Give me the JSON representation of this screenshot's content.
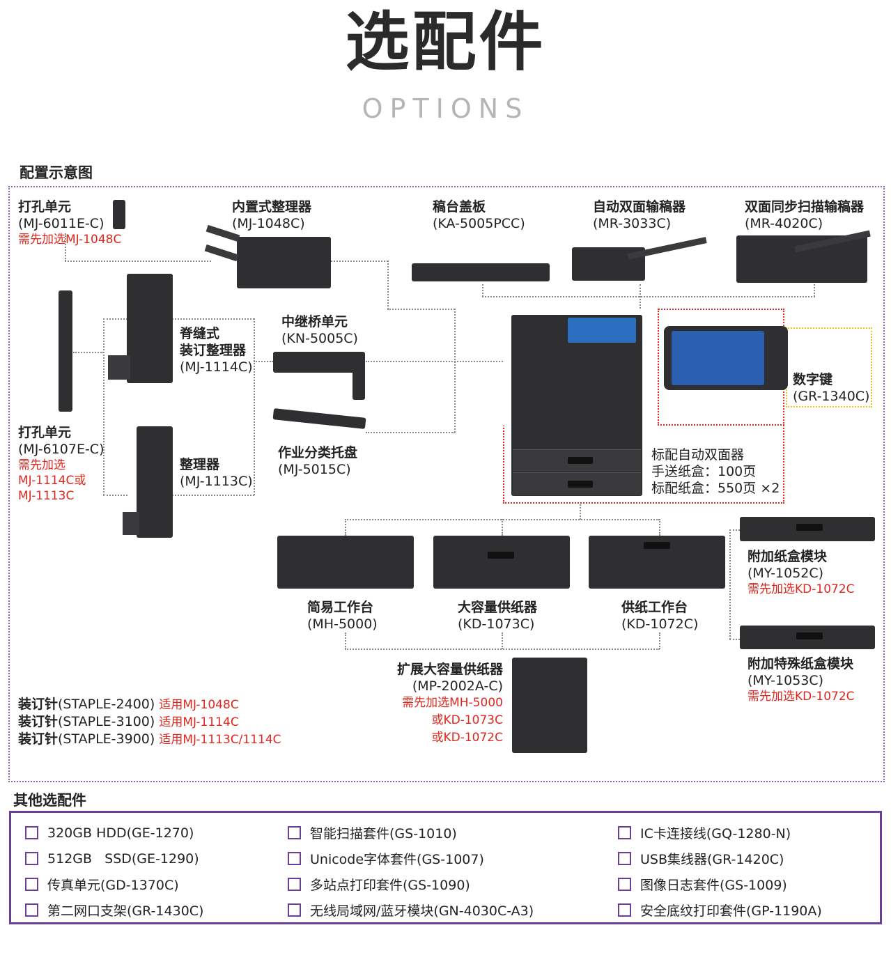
{
  "header": {
    "title": "选配件",
    "subtitle": "OPTIONS"
  },
  "diagram": {
    "section_title": "配置示意图",
    "items": {
      "punch_6011": {
        "name": "打孔单元",
        "code": "(MJ-6011E-C)",
        "note": "需先加选MJ-1048C"
      },
      "inner_finisher": {
        "name": "内置式整理器",
        "code": "(MJ-1048C)"
      },
      "platen_cover": {
        "name": "稿台盖板",
        "code": "(KA-5005PCC)"
      },
      "radf": {
        "name": "自动双面输稿器",
        "code": "(MR-3033C)"
      },
      "dsdf": {
        "name": "双面同步扫描输稿器",
        "code": "(MR-4020C)"
      },
      "saddle_finisher": {
        "name_line1": "脊缝式",
        "name_line2": "装订整理器",
        "code": "(MJ-1114C)"
      },
      "bridge": {
        "name": "中继桥单元",
        "code": "(KN-5005C)"
      },
      "keypad": {
        "name": "数字键",
        "code": "(GR-1340C)"
      },
      "punch_6107": {
        "name": "打孔单元",
        "code": "(MJ-6107E-C)",
        "note1": "需先加选",
        "note2": "MJ-1114C或",
        "note3": "MJ-1113C"
      },
      "finisher": {
        "name": "整理器",
        "code": "(MJ-1113C)"
      },
      "job_tray": {
        "name": "作业分类托盘",
        "code": "(MJ-5015C)"
      },
      "standard": {
        "line1": "标配自动双面器",
        "line2": "手送纸盒：100页",
        "line3": "标配纸盒：550页 ×2"
      },
      "stand": {
        "name": "简易工作台",
        "code": "(MH-5000)"
      },
      "lcf": {
        "name": "大容量供纸器",
        "code": "(KD-1073C)"
      },
      "pedestal": {
        "name": "供纸工作台",
        "code": "(KD-1072C)"
      },
      "drawer": {
        "name": "附加纸盒模块",
        "code": "(MY-1052C)",
        "note": "需先加选KD-1072C"
      },
      "special_drawer": {
        "name": "附加特殊纸盒模块",
        "code": "(MY-1053C)",
        "note": "需先加选KD-1072C"
      },
      "ext_lcf": {
        "name": "扩展大容量供纸器",
        "code": "(MP-2002A-C)",
        "note1": "需先加选MH-5000",
        "note2": "或KD-1073C",
        "note3": "或KD-1072C"
      }
    },
    "staples": [
      {
        "name": "装订针",
        "code": "(STAPLE-2400)",
        "note": "适用MJ-1048C"
      },
      {
        "name": "装订针",
        "code": "(STAPLE-3100)",
        "note": "适用MJ-1114C"
      },
      {
        "name": "装订针",
        "code": "(STAPLE-3900)",
        "note": "适用MJ-1113C/1114C"
      }
    ]
  },
  "other": {
    "section_title": "其他选配件",
    "col1": [
      "320GB HDD(GE-1270)",
      "512GB   SSD(GE-1290)",
      "传真单元(GD-1370C)",
      "第二网口支架(GR-1430C)"
    ],
    "col2": [
      "智能扫描套件(GS-1010)",
      "Unicode字体套件(GS-1007)",
      "多站点打印套件(GS-1090)",
      "无线局域网/蓝牙模块(GN-4030C-A3)"
    ],
    "col3": [
      "IC卡连接线(GQ-1280-N)",
      "USB集线器(GR-1420C)",
      "图像日志套件(GS-1009)",
      "安全底纹打印套件(GP-1190A)"
    ]
  },
  "colors": {
    "frame_purple": "#8a63b5",
    "box_purple": "#6b3f96",
    "red_note": "#e0261d",
    "red_frame": "#e0261d",
    "yellow_frame": "#f0c419"
  }
}
